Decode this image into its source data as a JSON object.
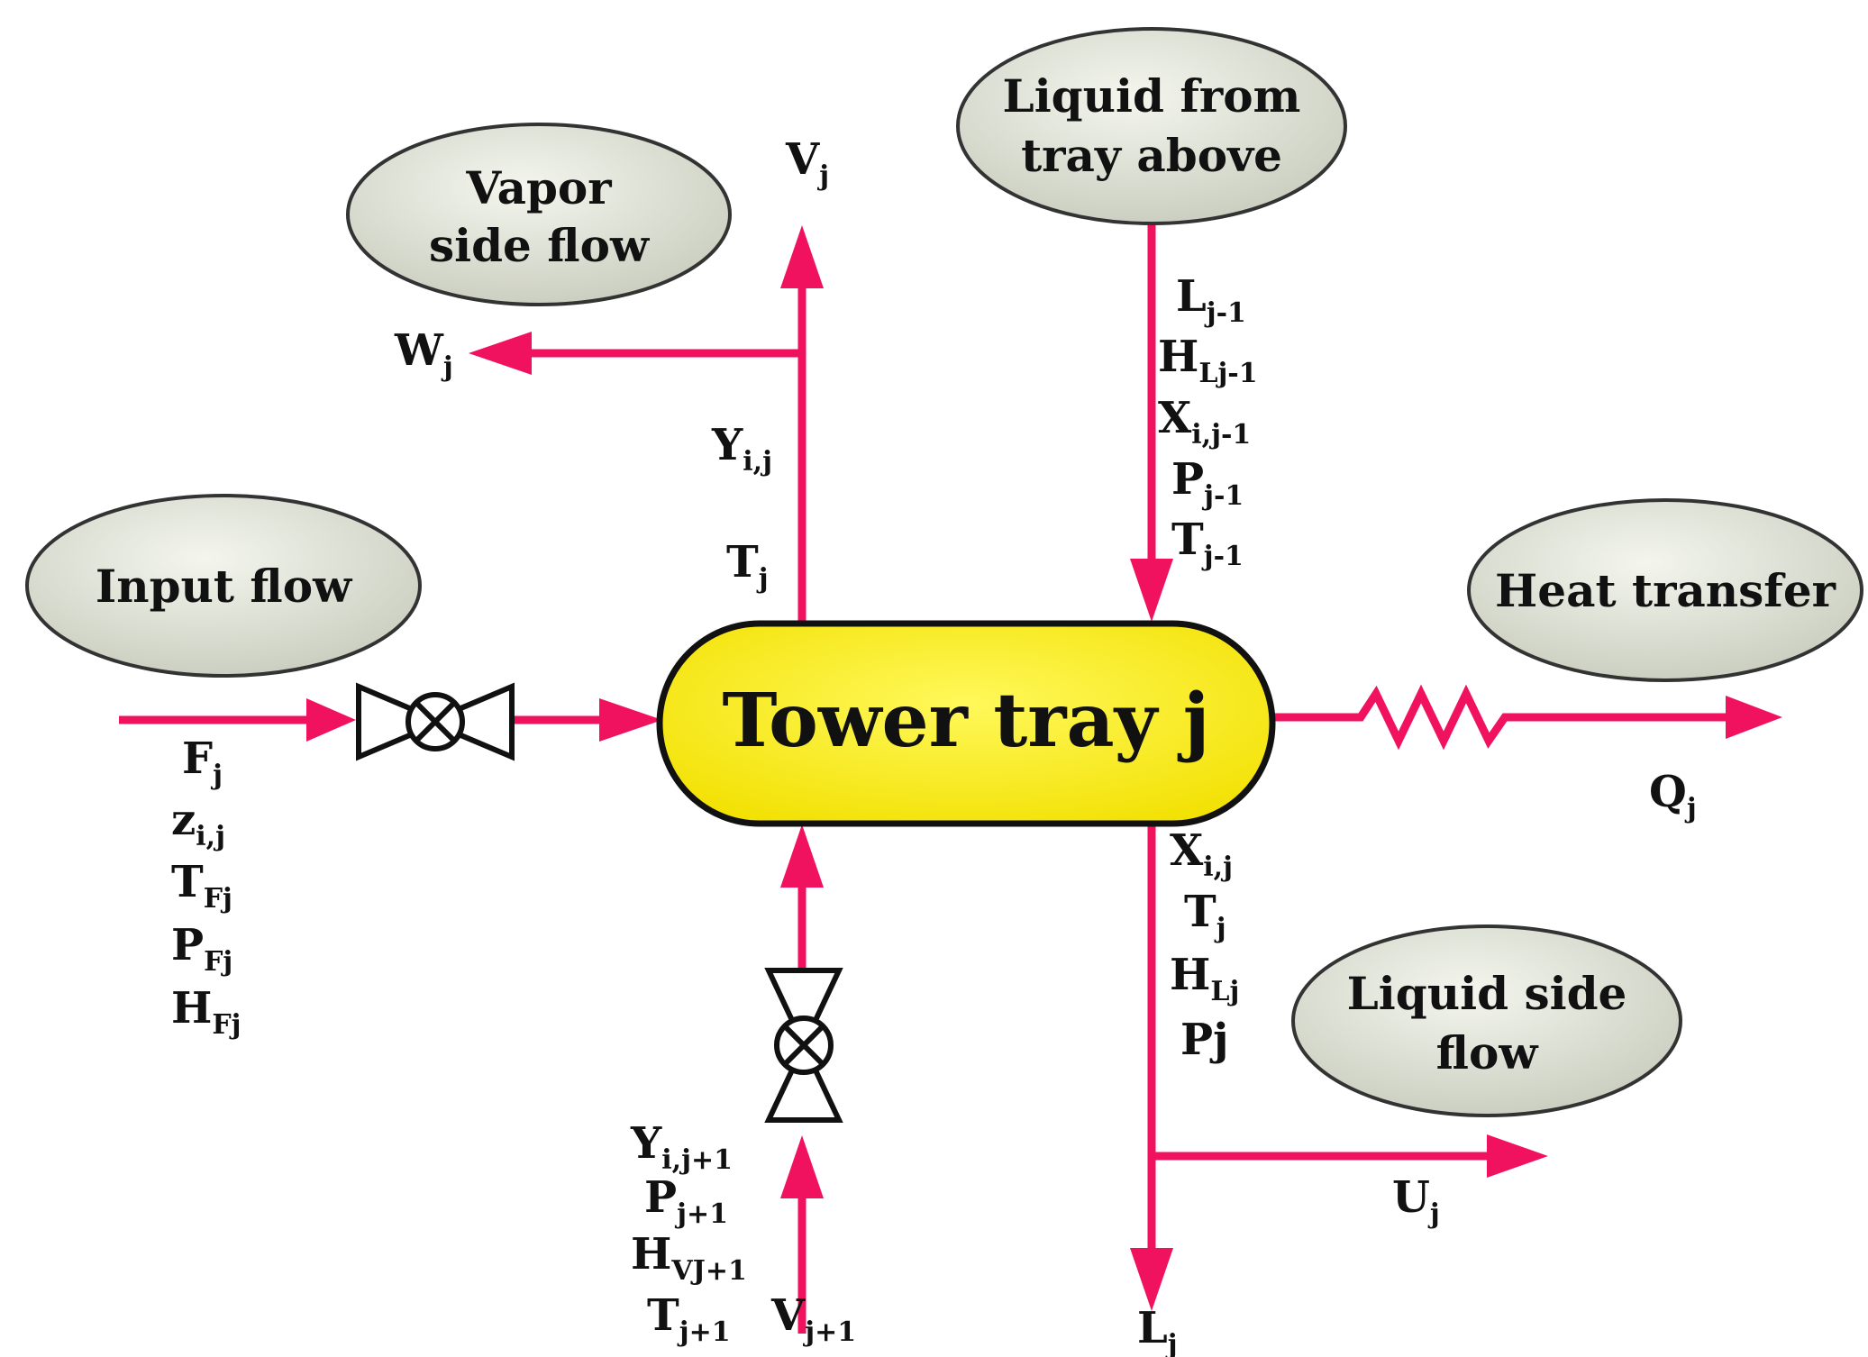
{
  "colors": {
    "flow": "#f0125e",
    "tray_fill": "#ffef00",
    "bubble_fill": "#e2e6d8",
    "ink": "#111111"
  },
  "tray": {
    "label": "Tower tray j"
  },
  "bubbles": {
    "vapor_side": {
      "line1": "Vapor",
      "line2": "side flow"
    },
    "liquid_above": {
      "line1": "Liquid from",
      "line2": "tray above"
    },
    "input": {
      "line1": "Input flow"
    },
    "heat": {
      "line1": "Heat transfer"
    },
    "liquid_side": {
      "line1": "Liquid side",
      "line2": "flow"
    }
  },
  "labels": {
    "Vj": {
      "main": "V",
      "sub": "j"
    },
    "Wj": {
      "main": "W",
      "sub": "j"
    },
    "Yij": {
      "main": "Y",
      "sub": "i,j"
    },
    "Tj_top": {
      "main": "T",
      "sub": "j"
    },
    "Ljm1": {
      "main": "L",
      "sub": "j-1"
    },
    "HLjm1": {
      "main": "H",
      "sub": "Lj-1"
    },
    "Xijm1": {
      "main": "X",
      "sub": "i,j-1"
    },
    "Pjm1": {
      "main": "P",
      "sub": "j-1"
    },
    "Tjm1": {
      "main": "T",
      "sub": "j-1"
    },
    "Fj": {
      "main": "F",
      "sub": "j"
    },
    "zij": {
      "main": "z",
      "sub": "i,j"
    },
    "TFj": {
      "main": "T",
      "sub": "Fj"
    },
    "PFj": {
      "main": "P",
      "sub": "Fj"
    },
    "HFj": {
      "main": "H",
      "sub": "Fj"
    },
    "Qj": {
      "main": "Q",
      "sub": "j"
    },
    "Xij": {
      "main": "X",
      "sub": "i,j"
    },
    "Tj_bot": {
      "main": "T",
      "sub": "j"
    },
    "HLj": {
      "main": "H",
      "sub": "Lj"
    },
    "Pj": {
      "main": "Pj"
    },
    "Uj": {
      "main": "U",
      "sub": "j"
    },
    "Lj": {
      "main": "L",
      "sub": "j"
    },
    "Yijp1": {
      "main": "Y",
      "sub": "i,j+1"
    },
    "Pjp1": {
      "main": "P",
      "sub": "j+1"
    },
    "HVjp1": {
      "main": "H",
      "sub": "VJ+1"
    },
    "Tjp1": {
      "main": "T",
      "sub": "j+1"
    },
    "Vjp1": {
      "main": "V",
      "sub": "j+1"
    }
  }
}
